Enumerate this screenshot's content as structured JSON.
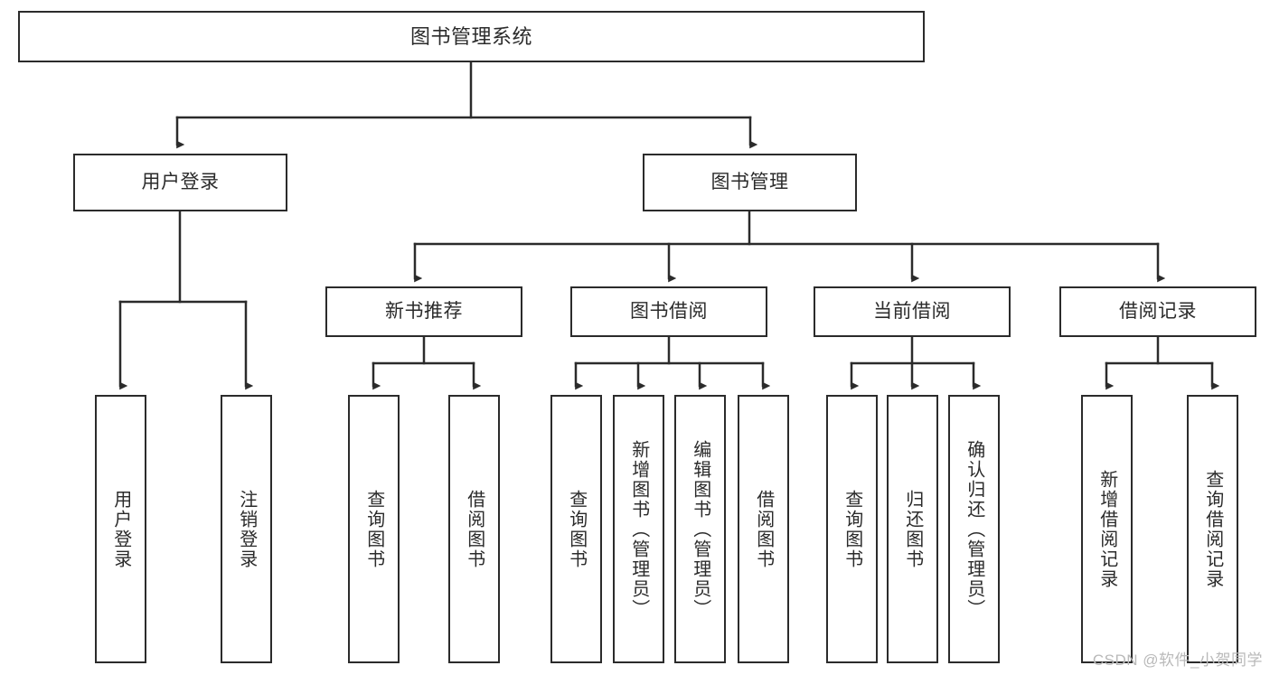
{
  "diagram": {
    "title": "图书管理系统",
    "type": "tree-hierarchy-diagram",
    "root": {
      "label": "图书管理系统"
    },
    "level2": [
      {
        "label": "用户登录"
      },
      {
        "label": "图书管理"
      }
    ],
    "level3": [
      {
        "label": "新书推荐"
      },
      {
        "label": "图书借阅"
      },
      {
        "label": "当前借阅"
      },
      {
        "label": "借阅记录"
      }
    ],
    "leaves": {
      "user_login": [
        {
          "label": "用户登录"
        },
        {
          "label": "注销登录"
        }
      ],
      "new_book_recommend": [
        {
          "label": "查询图书"
        },
        {
          "label": "借阅图书"
        }
      ],
      "book_borrow": [
        {
          "label": "查询图书"
        },
        {
          "label": "新增图书（管理员）"
        },
        {
          "label": "编辑图书（管理员）"
        },
        {
          "label": "借阅图书"
        }
      ],
      "current_borrow": [
        {
          "label": "查询图书"
        },
        {
          "label": "归还图书"
        },
        {
          "label": "确认归还（管理员）"
        }
      ],
      "borrow_records": [
        {
          "label": "新增借阅记录"
        },
        {
          "label": "查询借阅记录"
        }
      ]
    }
  },
  "watermark": {
    "text": "CSDN @软件_小贺同学"
  },
  "colors": {
    "stroke": "#2b2b2b",
    "fill": "#ffffff",
    "text": "#2b2b2b",
    "watermark": "#b9b9b9"
  }
}
